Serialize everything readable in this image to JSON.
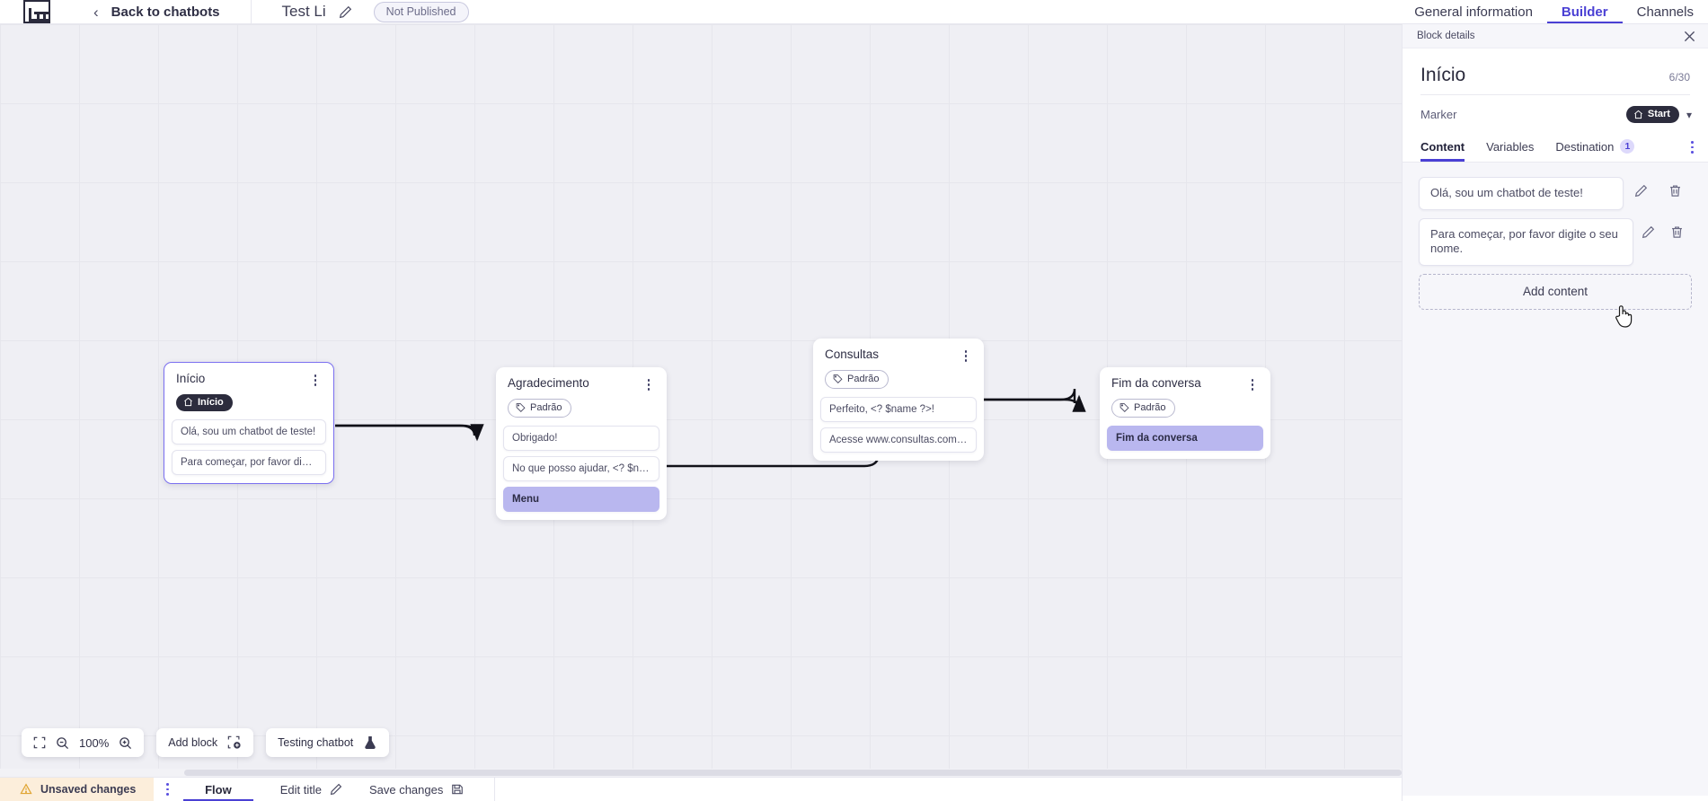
{
  "topbar": {
    "logo_name": "product-logo",
    "back_label": "Back to chatbots",
    "bot_name": "Test Li",
    "publish_status": "Not Published",
    "tabs": [
      {
        "label": "General information",
        "active": false
      },
      {
        "label": "Builder",
        "active": true
      },
      {
        "label": "Channels",
        "active": false
      }
    ]
  },
  "canvas": {
    "zoom_level": "100%",
    "add_block_label": "Add block",
    "testing_label": "Testing chatbot",
    "blocks": [
      {
        "title": "Início",
        "tag": "Início",
        "tag_style": "dark",
        "selected": true,
        "messages": [
          {
            "text": "Olá, sou um chatbot de teste!",
            "highlight": false
          },
          {
            "text": "Para começar, por favor digite o ...",
            "highlight": false
          }
        ]
      },
      {
        "title": "Agradecimento",
        "tag": "Padrão",
        "tag_style": "light",
        "selected": false,
        "messages": [
          {
            "text": "Obrigado!",
            "highlight": false
          },
          {
            "text": "No que posso ajudar, <? $name ...",
            "highlight": false
          },
          {
            "text": "Menu",
            "highlight": true
          }
        ]
      },
      {
        "title": "Consultas",
        "tag": "Padrão",
        "tag_style": "light",
        "selected": false,
        "messages": [
          {
            "text": "Perfeito, <? $name ?>!",
            "highlight": false
          },
          {
            "text": "Acesse www.consultas.com par...",
            "highlight": false
          }
        ]
      },
      {
        "title": "Fim da conversa",
        "tag": "Padrão",
        "tag_style": "light",
        "selected": false,
        "messages": [
          {
            "text": "Fim da conversa",
            "highlight": true
          }
        ]
      }
    ]
  },
  "panel": {
    "header_label": "Block details",
    "title": "Início",
    "char_count": "6/30",
    "marker_label": "Marker",
    "marker_value": "Start",
    "tabs": [
      {
        "label": "Content",
        "badge": "",
        "active": true
      },
      {
        "label": "Variables",
        "badge": "",
        "active": false
      },
      {
        "label": "Destination",
        "badge": "1",
        "active": false
      }
    ],
    "contents": [
      {
        "text": "Olá, sou um chatbot de teste!"
      },
      {
        "text": "Para começar, por favor digite o seu nome."
      }
    ],
    "add_content_label": "Add content"
  },
  "footer": {
    "unsaved_label": "Unsaved changes",
    "items": [
      {
        "label": "Flow",
        "icon": "",
        "active": true
      },
      {
        "label": "Edit title",
        "icon": "pencil-icon",
        "active": false
      },
      {
        "label": "Save changes",
        "icon": "save-icon",
        "active": false
      }
    ]
  },
  "colors": {
    "accent": "#4a40d4",
    "highlight": "#b9b7ef",
    "warning_bg": "#fceedb",
    "canvas_bg": "#efeff4"
  }
}
